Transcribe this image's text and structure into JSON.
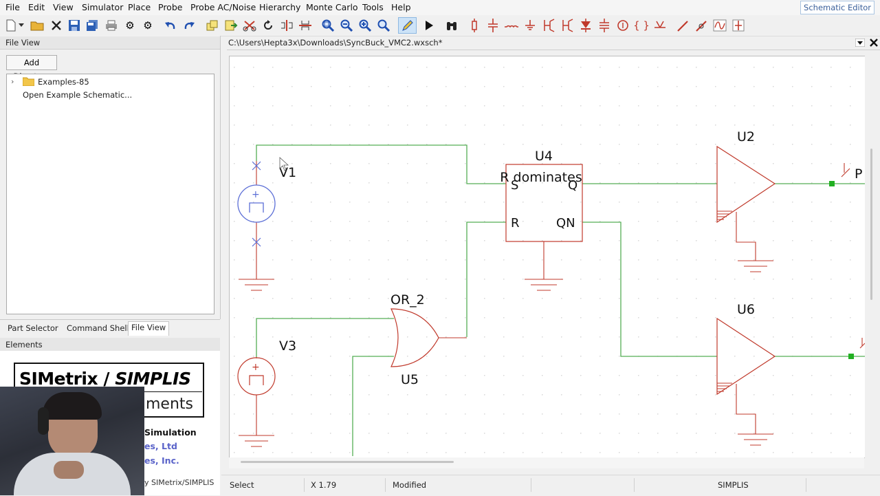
{
  "menu": [
    "File",
    "Edit",
    "View",
    "Simulator",
    "Place",
    "Probe",
    "Probe AC/Noise",
    "Hierarchy",
    "Monte Carlo",
    "Tools",
    "Help"
  ],
  "editor_label": "Schematic Editor",
  "panels": {
    "file_view": "File View",
    "add_directory": "Add Directory",
    "tree": {
      "folder": "Examples-85",
      "open_example": "Open Example Schematic..."
    },
    "tabs": [
      "Part Selector",
      "Command Shell",
      "File View"
    ],
    "elements": "Elements"
  },
  "banner": {
    "brand_left": "SIMetrix",
    "slash": "/",
    "brand_right": "SIMPLIS",
    "subtitle": "ments",
    "line1": "Simulation",
    "line2": "es, Ltd",
    "line3": "es, Inc.",
    "footer": "y SIMetrix/SIMPLIS"
  },
  "doc": {
    "path": "C:\\Users\\Hepta3x\\Downloads\\SyncBuck_VMC2.wxsch*"
  },
  "schematic": {
    "v1": "V1",
    "v3": "V3",
    "u4": "U4",
    "u4_note": "R dominates",
    "pin_s": "S",
    "pin_q": "Q",
    "pin_r": "R",
    "pin_qn": "QN",
    "or_name": "OR_2",
    "u5": "U5",
    "u2": "U2",
    "u6": "U6",
    "probe": "P",
    "plus": "+"
  },
  "status": {
    "mode": "Select",
    "x": "X 1.79",
    "modified": "Modified",
    "sim": "SIMPLIS"
  },
  "colors": {
    "wire": "#4aa84a",
    "component": "#c0392b",
    "source": "#5b6ed6",
    "grid": "#cccccc"
  }
}
